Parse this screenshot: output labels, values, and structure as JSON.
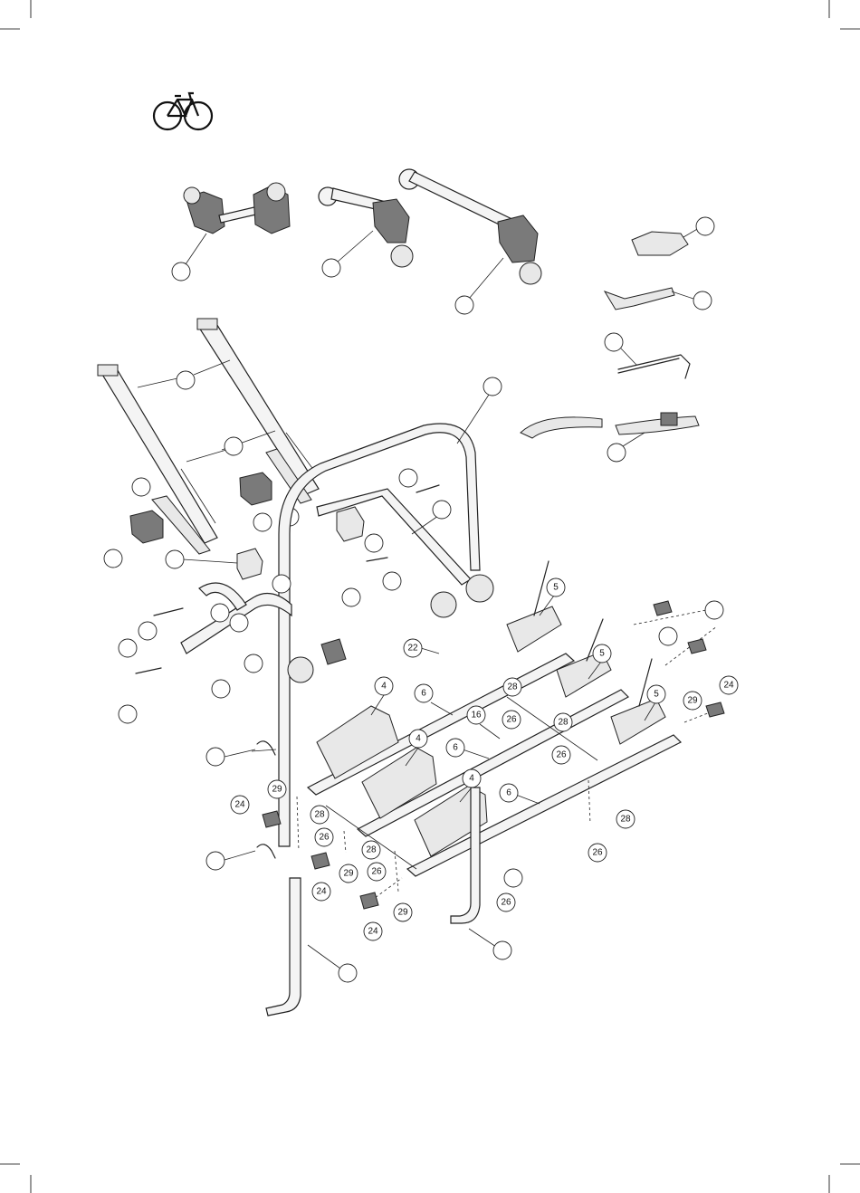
{
  "diagram": {
    "bike_icon": "bicycle-icon",
    "callouts": [
      {
        "id": "c-22",
        "label": "22"
      },
      {
        "id": "c-4a",
        "label": "4"
      },
      {
        "id": "c-4b",
        "label": "4"
      },
      {
        "id": "c-4c",
        "label": "4"
      },
      {
        "id": "c-5a",
        "label": "5"
      },
      {
        "id": "c-5b",
        "label": "5"
      },
      {
        "id": "c-5c",
        "label": "5"
      },
      {
        "id": "c-6a",
        "label": "6"
      },
      {
        "id": "c-6b",
        "label": "6"
      },
      {
        "id": "c-6c",
        "label": "6"
      },
      {
        "id": "c-16",
        "label": "16"
      },
      {
        "id": "c-24a",
        "label": "24"
      },
      {
        "id": "c-24b",
        "label": "24"
      },
      {
        "id": "c-24c",
        "label": "24"
      },
      {
        "id": "c-24d",
        "label": "24"
      },
      {
        "id": "c-26a",
        "label": "26"
      },
      {
        "id": "c-26b",
        "label": "26"
      },
      {
        "id": "c-26c",
        "label": "26"
      },
      {
        "id": "c-26d",
        "label": "26"
      },
      {
        "id": "c-26e",
        "label": "26"
      },
      {
        "id": "c-26f",
        "label": "26"
      },
      {
        "id": "c-28a",
        "label": "28"
      },
      {
        "id": "c-28b",
        "label": "28"
      },
      {
        "id": "c-28c",
        "label": "28"
      },
      {
        "id": "c-28d",
        "label": "28"
      },
      {
        "id": "c-28e",
        "label": "28"
      },
      {
        "id": "c-29a",
        "label": "29"
      },
      {
        "id": "c-29b",
        "label": "29"
      },
      {
        "id": "c-29c",
        "label": "29"
      },
      {
        "id": "c-29d",
        "label": "29"
      }
    ]
  }
}
